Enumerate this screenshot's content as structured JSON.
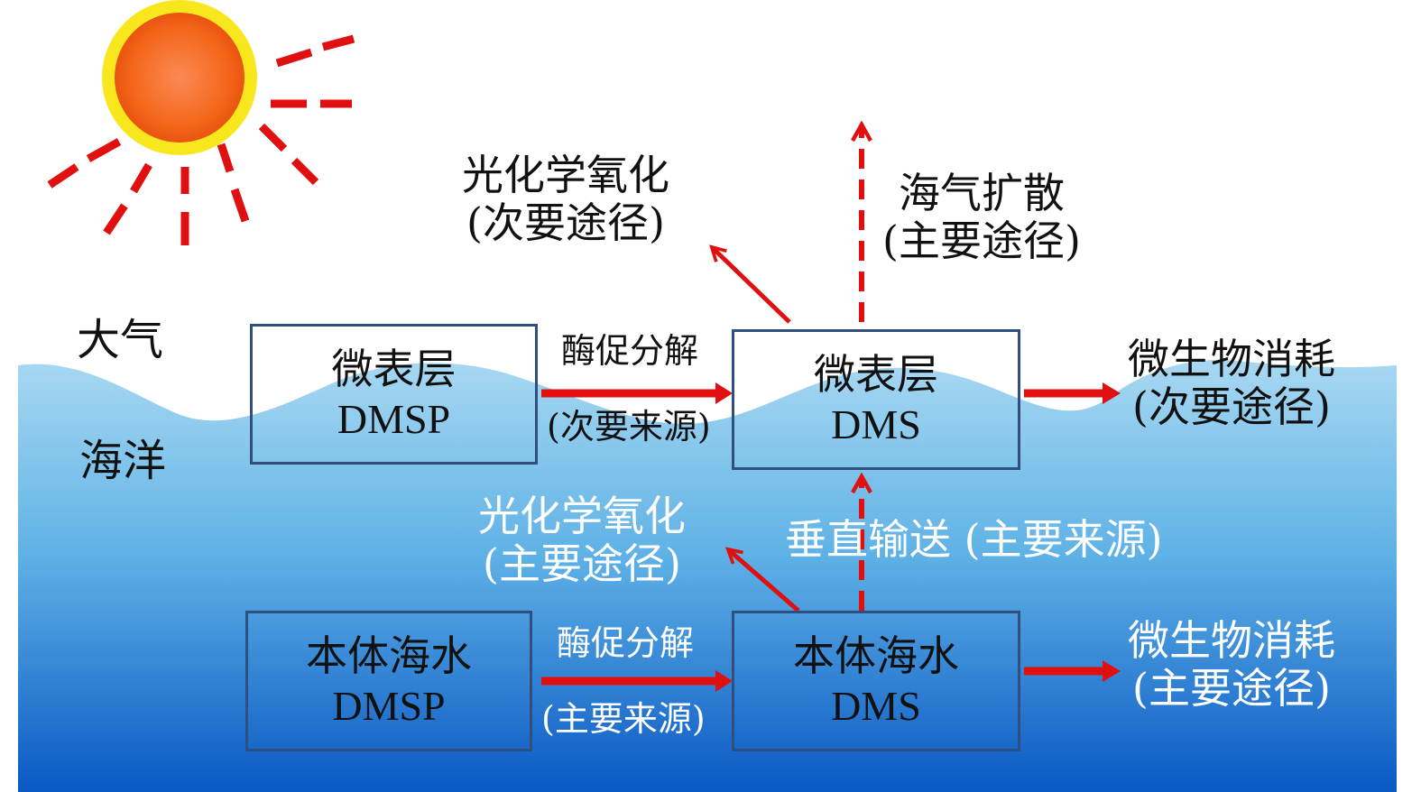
{
  "colors": {
    "sun_core": "#f26a1b",
    "sun_ring": "#f7e31b",
    "ray": "#e01010",
    "arrow": "#e01010",
    "sea_top": "#9fd3f0",
    "sea_bottom": "#0a5fc7",
    "box_border": "#2f4f7f"
  },
  "zones": {
    "atmosphere": "大气",
    "ocean": "海洋"
  },
  "boxes": {
    "surface_dmsp": {
      "line1": "微表层",
      "line2": "DMSP"
    },
    "surface_dms": {
      "line1": "微表层",
      "line2": "DMS"
    },
    "bulk_dmsp": {
      "line1": "本体海水",
      "line2": "DMSP"
    },
    "bulk_dms": {
      "line1": "本体海水",
      "line2": "DMS"
    }
  },
  "processes": {
    "surface_photo": {
      "line1": "光化学氧化",
      "line2": "(次要途径)"
    },
    "air_sea_diffusion": {
      "line1": "海气扩散",
      "line2": "(主要途径)"
    },
    "surface_enzyme": {
      "line1": "酶促分解",
      "line2": "(次要来源)"
    },
    "surface_microbe": {
      "line1": "微生物消耗",
      "line2": "(次要途径)"
    },
    "bulk_photo": {
      "line1": "光化学氧化",
      "line2": "(主要途径)"
    },
    "vertical_transport": "垂直输送 (主要来源)",
    "bulk_enzyme": {
      "line1": "酶促分解",
      "line2": "(主要来源)"
    },
    "bulk_microbe": {
      "line1": "微生物消耗",
      "line2": "(主要途径)"
    }
  },
  "icons": {
    "sun": "sun-icon",
    "arrow": "arrow-icon"
  }
}
